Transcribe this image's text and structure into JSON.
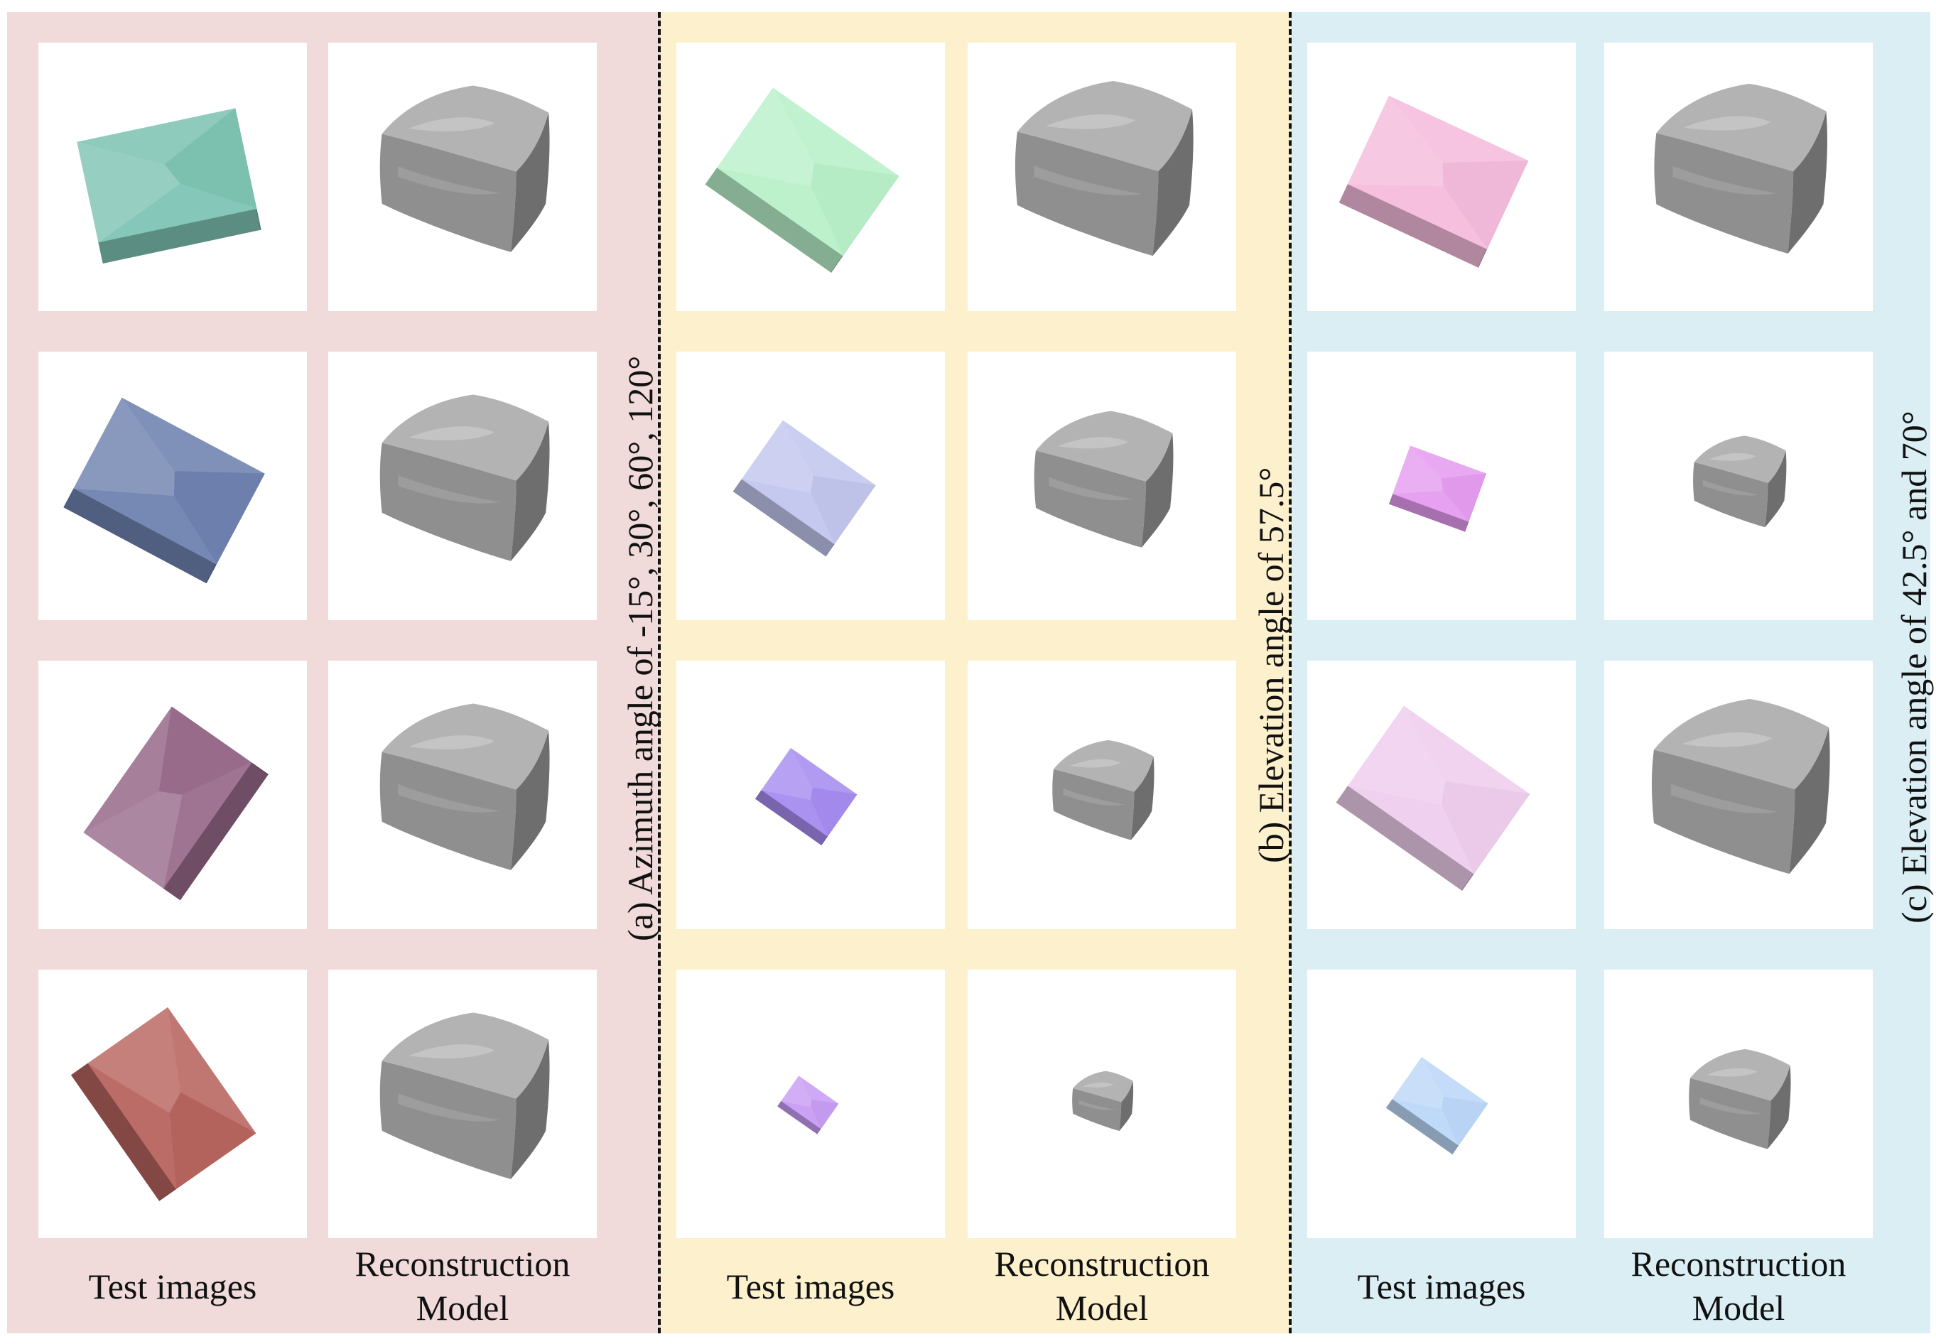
{
  "panels": [
    {
      "id": "a",
      "bg": "#f0dada",
      "label": "(a) Azimuth angle of -15°, 30°, 60°, 120°",
      "captions": {
        "test": "Test images",
        "recon": "Reconstruction\nModel"
      },
      "test_colors": [
        "#7fc4b4",
        "#6f82b0",
        "#9a6d8c",
        "#b8645e"
      ]
    },
    {
      "id": "b",
      "bg": "#fdf0cd",
      "label": "(b) Elevation angle of 57.5°",
      "captions": {
        "test": "Test images",
        "recon": "Reconstruction\nModel"
      },
      "test_colors": [
        "#b9f0c9",
        "#c2c6ee",
        "#a68cf0",
        "#c89cf5"
      ]
    },
    {
      "id": "c",
      "bg": "#daeef4",
      "label": "(c) Elevation angle of 42.5° and 70°",
      "captions": {
        "test": "Test images",
        "recon": "Reconstruction\nModel"
      },
      "test_colors": [
        "#f5bcdc",
        "#e59cf0",
        "#efcdee",
        "#bcd7f8"
      ]
    }
  ]
}
